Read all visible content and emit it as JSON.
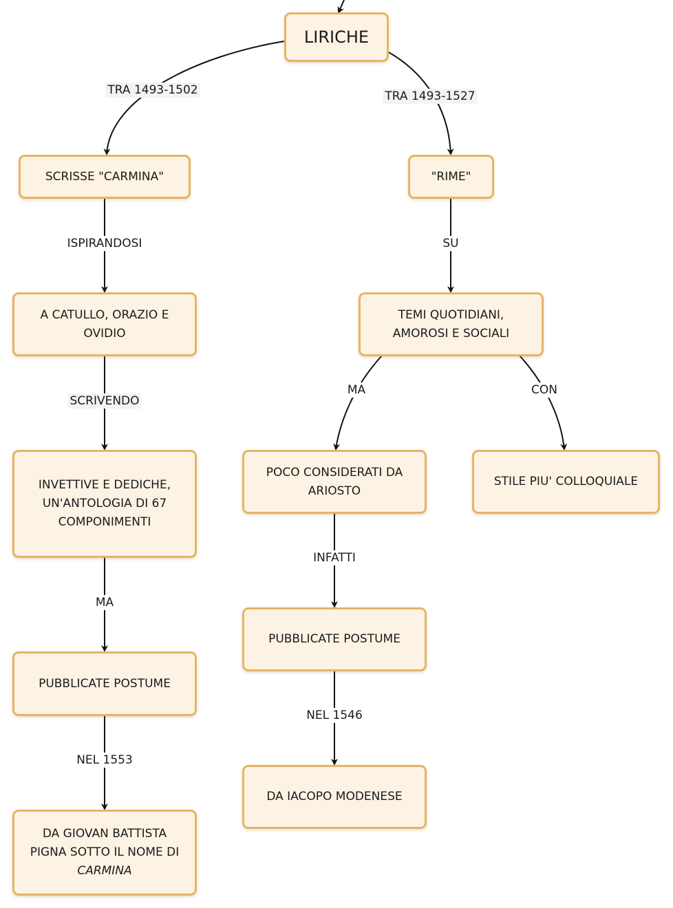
{
  "nodes": {
    "liriche": "LIRICHE",
    "carmina": "SCRISSE \"CARMINA\"",
    "rime": "\"RIME\"",
    "catullo": "A CATULLO, ORAZIO E OVIDIO",
    "temi": [
      "TEMI QUOTIDIANI,",
      "AMOROSI E SOCIALI"
    ],
    "invettive": [
      "INVETTIVE E DEDICHE,",
      "UN'ANTOLOGIA DI 67",
      "COMPONIMENTI"
    ],
    "poco": [
      "POCO CONSIDERATI DA",
      "ARIOSTO"
    ],
    "stile": "STILE PIU' COLLOQUIALE",
    "pubbl_left": "PUBBLICATE POSTUME",
    "pubbl_mid": "PUBBLICATE POSTUME",
    "giovan": [
      "DA GIOVAN BATTISTA",
      "PIGNA SOTTO IL NOME DI",
      "CARMINA"
    ],
    "iacopo": "DA IACOPO MODENESE"
  },
  "edges": {
    "tra1": "TRA 1493-1502",
    "tra2": "TRA 1493-1527",
    "ispirandosi": "ISPIRANDOSI",
    "su": "SU",
    "scrivendo": "SCRIVENDO",
    "ma_mid": "MA",
    "con": "CON",
    "infatti": "INFATTI",
    "ma_left": "MA",
    "nel1546": "NEL 1546",
    "nel1553": "NEL 1553"
  },
  "colors": {
    "node_fill": "#fdf3e4",
    "node_border": "#e7b463",
    "edge": "#111111"
  }
}
